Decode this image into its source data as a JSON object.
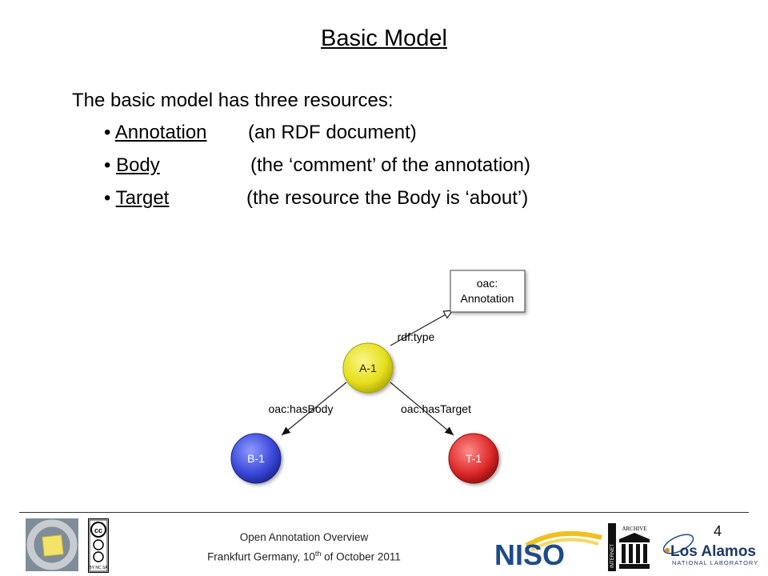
{
  "slide": {
    "title": "Basic Model",
    "intro": "The basic model has three resources:",
    "bullets": [
      {
        "marker": "•",
        "term": "Annotation",
        "desc": "(an RDF document)"
      },
      {
        "marker": "•",
        "term": "Body",
        "desc": "(the ‘comment’ of the annotation)"
      },
      {
        "marker": "•",
        "term": "Target",
        "desc": "(the resource the Body is ‘about’)"
      }
    ]
  },
  "diagram": {
    "class_box": {
      "line1": "oac:",
      "line2": "Annotation"
    },
    "nodes": {
      "annotation": {
        "label": "A-1",
        "color": "#e8e020"
      },
      "body": {
        "label": "B-1",
        "color": "#3a48d8"
      },
      "target": {
        "label": "T-1",
        "color": "#e02828"
      }
    },
    "edges": {
      "type": "rdf:type",
      "has_body": "oac:hasBody",
      "has_target": "oac:hasTarget"
    }
  },
  "footer": {
    "line1": "Open Annotation Overview",
    "line2_prefix": "Frankfurt Germany, 10",
    "line2_sup": "th",
    "line2_suffix": " of October 2011",
    "page_number": "4",
    "logos": {
      "niso": "NISO",
      "archive": "ARCHIVE",
      "archive_side": "INTERNET",
      "lanl_main": "Los Alamos",
      "lanl_sub": "NATIONAL LABORATORY",
      "cc_text": "BY NC SA"
    }
  }
}
